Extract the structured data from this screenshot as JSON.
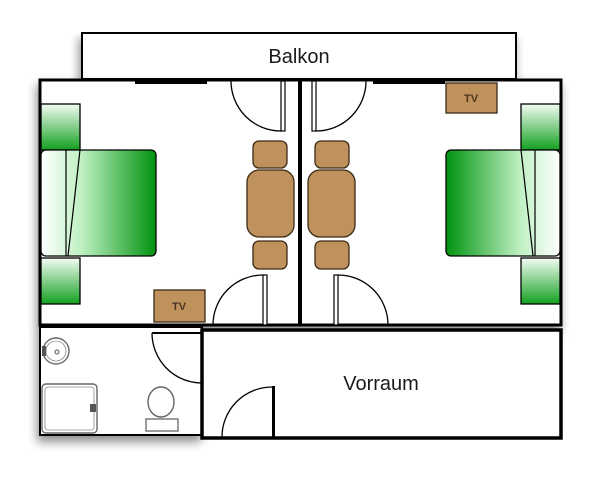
{
  "diagram": {
    "type": "floor-plan",
    "rooms": {
      "balcony": {
        "label": "Balkon"
      },
      "hallway": {
        "label": "Vorraum"
      },
      "left_bedroom": {
        "label": ""
      },
      "right_bedroom": {
        "label": ""
      },
      "bathroom": {
        "label": ""
      }
    },
    "furniture": {
      "tv_left": {
        "label": "TV"
      },
      "tv_right": {
        "label": "TV"
      }
    },
    "colors": {
      "wall": "#000000",
      "floor": "#ffffff",
      "bed_green_dark": "#00930f",
      "bed_green_light": "#d7f5d9",
      "wood": "#bf915c",
      "wood_outline": "#3a2a15",
      "fixture_outline": "#555555"
    }
  }
}
